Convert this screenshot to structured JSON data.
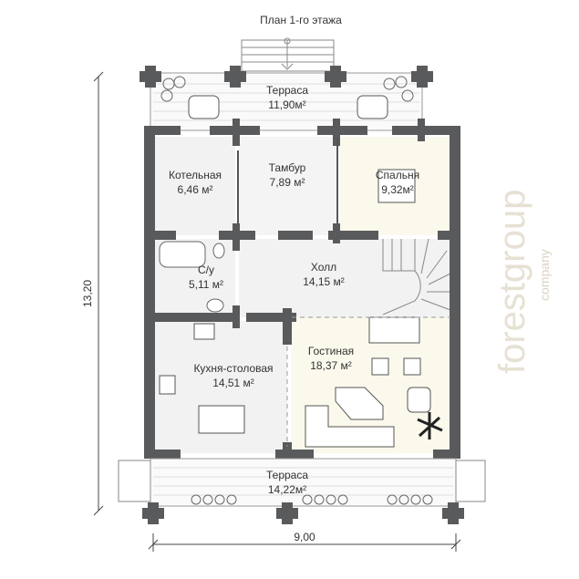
{
  "title": "План 1-го этажа",
  "dimensions": {
    "height": "13,20",
    "width": "9,00"
  },
  "watermark": {
    "main": "forestgroup",
    "sub": "company"
  },
  "rooms": [
    {
      "name": "Терраса",
      "area": "11,90м²"
    },
    {
      "name": "Котельная",
      "area": "6,46 м²"
    },
    {
      "name": "Тамбур",
      "area": "7,89 м²"
    },
    {
      "name": "Спальня",
      "area": "9,32м²"
    },
    {
      "name": "С/у",
      "area": "5,11 м²"
    },
    {
      "name": "Холл",
      "area": "14,15 м²"
    },
    {
      "name": "Кухня-столовая",
      "area": "14,51 м²"
    },
    {
      "name": "Гостиная",
      "area": "18,37 м²"
    },
    {
      "name": "Терраса",
      "area": "14,22м²"
    }
  ],
  "colors": {
    "wall": "#595a5c",
    "warm_room": "#fbf9ec",
    "room": "#f2f2f2"
  }
}
